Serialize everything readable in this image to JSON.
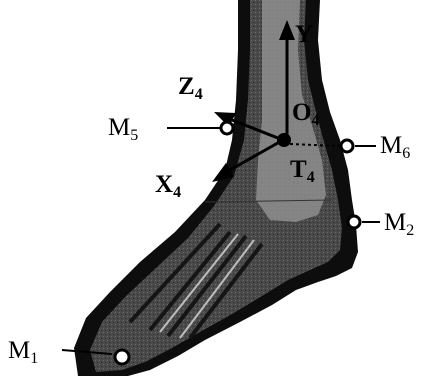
{
  "labels": {
    "y_axis": {
      "main": "Y",
      "sub": ""
    },
    "origin": {
      "main": "O",
      "sub": "4"
    },
    "z_axis": {
      "main": "Z",
      "sub": "4"
    },
    "x_axis": {
      "main": "X",
      "sub": "4"
    },
    "t_point": {
      "main": "T",
      "sub": "4"
    },
    "m5": {
      "main": "M",
      "sub": "5"
    },
    "m6": {
      "main": "M",
      "sub": "6"
    },
    "m2": {
      "main": "M",
      "sub": "2"
    },
    "m1": {
      "main": "M",
      "sub": "1"
    }
  },
  "colors": {
    "background": "#ffffff",
    "ink": "#000000",
    "marker_fill": "#ffffff"
  }
}
